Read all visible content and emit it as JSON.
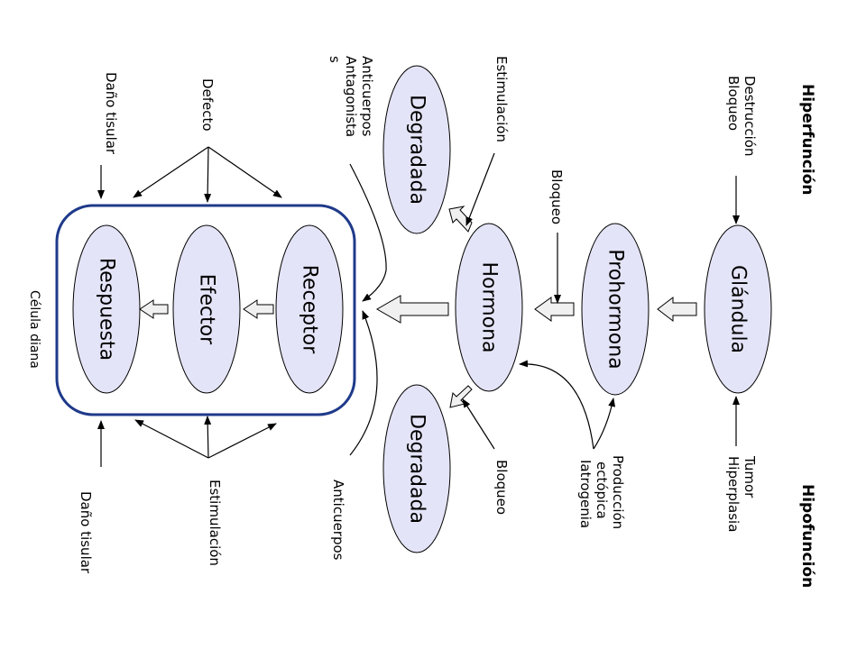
{
  "colors": {
    "node_fill": "#E4E4F8",
    "node_stroke": "#000000",
    "cell_border": "#1F3A8A",
    "arrow_fill": "#F0F0F0",
    "line": "#000000"
  },
  "nodes": {
    "glandula": "Glándula",
    "prohormona": "Prohormona",
    "hormona": "Hormona",
    "degradada_top": "Degradada",
    "degradada_bottom": "Degradada",
    "receptor": "Receptor",
    "efector": "Efector",
    "respuesta": "Respuesta"
  },
  "labels": {
    "hiperfuncion": "Hiperfunción",
    "hipofuncion": "Hipofunción",
    "destruccion": "Destrucción",
    "bloqueo_gland": "Bloqueo",
    "tumor": "Tumor",
    "hiperplasia": "Hiperplasia",
    "bloqueo_pro": "Bloqueo",
    "produccion": "Producción",
    "ectopica": "ectópica",
    "iatrogenia": "Iatrogenia",
    "estimulacion_top": "Estimulación",
    "bloqueo_hormona": "Bloqueo",
    "anticuerpos_1": "Anticuerpos",
    "anticuerpos_2": "Antagonista",
    "anticuerpos_3": "s",
    "anticuerpos_bottom": "Anticuerpos",
    "defecto": "Defecto",
    "estimulacion_bottom": "Estimulación",
    "dano_top": "Daño tisular",
    "dano_bottom": "Daño tisular",
    "celula_diana": "Célula diana"
  }
}
